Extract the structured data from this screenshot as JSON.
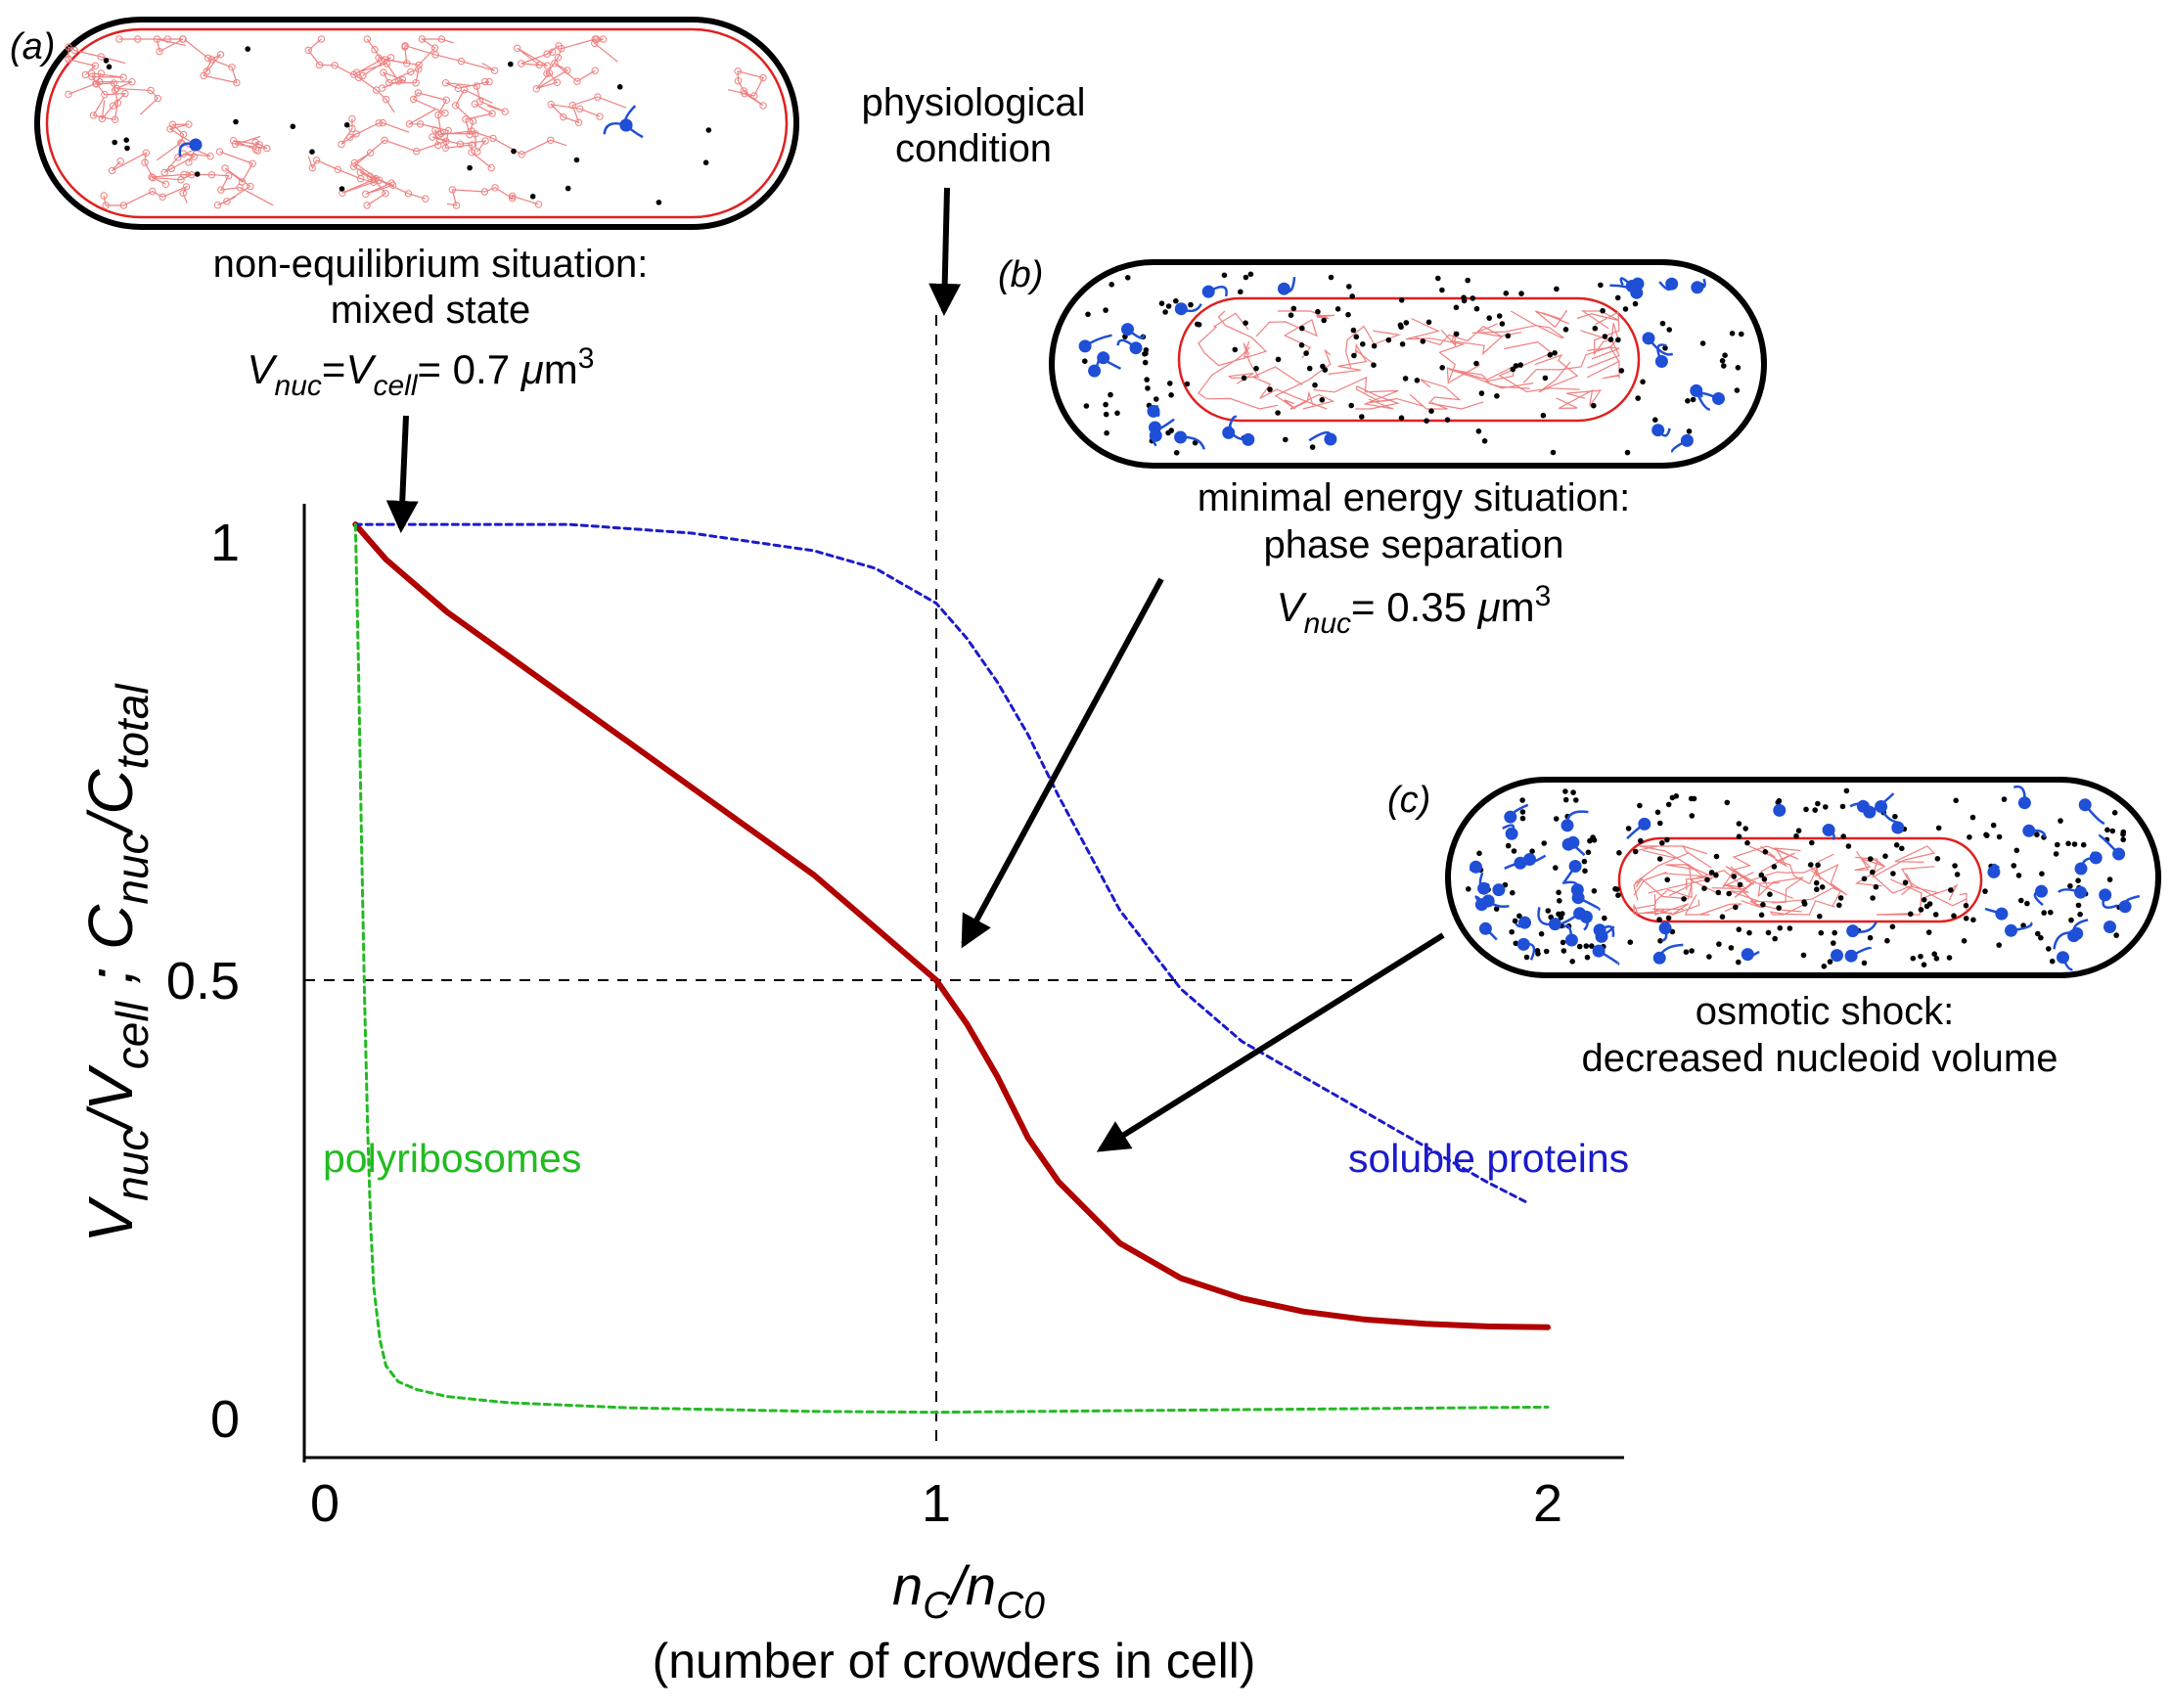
{
  "chart_data": {
    "type": "line",
    "x_label": "n",
    "x_label_sub1": "C",
    "x_label_mid": "/n",
    "x_label_sub2": "C0",
    "x_caption": "(number of crowders in cell)",
    "y_label_parts": [
      {
        "t": "V",
        "sub": false
      },
      {
        "t": "nuc",
        "sub": true
      },
      {
        "t": "/V",
        "sub": false
      },
      {
        "t": "cell",
        "sub": true
      },
      {
        "t": " ; C",
        "sub": false
      },
      {
        "t": "nuc",
        "sub": true
      },
      {
        "t": "/C",
        "sub": false
      },
      {
        "t": "total",
        "sub": true
      }
    ],
    "xlim": [
      0,
      2
    ],
    "ylim": [
      0,
      1
    ],
    "x_ticks": [
      {
        "value": 0,
        "label": "0"
      },
      {
        "value": 1,
        "label": "1"
      },
      {
        "value": 2,
        "label": "2"
      }
    ],
    "y_ticks": [
      {
        "value": 0,
        "label": "0"
      },
      {
        "value": 0.5,
        "label": "0.5"
      },
      {
        "value": 1,
        "label": "1"
      }
    ],
    "reference_lines": {
      "x": 1,
      "y": 0.5
    },
    "series": [
      {
        "key": "nucleoid",
        "color": "#b00000",
        "style": "solid",
        "x": [
          0.05,
          0.1,
          0.2,
          0.3,
          0.4,
          0.5,
          0.6,
          0.7,
          0.8,
          0.9,
          0.95,
          1.0,
          1.05,
          1.1,
          1.15,
          1.2,
          1.3,
          1.4,
          1.5,
          1.6,
          1.7,
          1.8,
          1.9,
          2.0
        ],
        "y": [
          1.02,
          0.98,
          0.92,
          0.87,
          0.82,
          0.77,
          0.72,
          0.67,
          0.62,
          0.56,
          0.53,
          0.5,
          0.45,
          0.39,
          0.32,
          0.27,
          0.2,
          0.16,
          0.137,
          0.122,
          0.113,
          0.108,
          0.105,
          0.104
        ]
      },
      {
        "key": "soluble",
        "name": "soluble proteins",
        "color": "#1a1acc",
        "style": "dotted",
        "x": [
          0.05,
          0.2,
          0.4,
          0.6,
          0.8,
          0.9,
          1.0,
          1.05,
          1.1,
          1.15,
          1.2,
          1.3,
          1.4,
          1.5,
          1.6,
          1.7,
          1.8,
          1.9,
          1.97
        ],
        "y": [
          1.02,
          1.02,
          1.02,
          1.01,
          0.99,
          0.97,
          0.93,
          0.89,
          0.84,
          0.78,
          0.71,
          0.58,
          0.49,
          0.43,
          0.39,
          0.35,
          0.31,
          0.27,
          0.245
        ]
      },
      {
        "key": "polyribosomes",
        "name": "polyribosomes",
        "color": "#22bb22",
        "style": "dotted",
        "x": [
          0.05,
          0.055,
          0.06,
          0.065,
          0.07,
          0.075,
          0.08,
          0.09,
          0.1,
          0.12,
          0.15,
          0.2,
          0.3,
          0.5,
          0.8,
          1.0,
          1.5,
          2.0
        ],
        "y": [
          1.02,
          0.86,
          0.66,
          0.48,
          0.33,
          0.22,
          0.15,
          0.09,
          0.06,
          0.042,
          0.033,
          0.025,
          0.018,
          0.012,
          0.008,
          0.007,
          0.01,
          0.013
        ]
      }
    ],
    "annotations": {
      "a": {
        "label": "(a)",
        "line1": "non-equilibrium situation:",
        "line2": "mixed state",
        "formula": [
          {
            "t": "V",
            "s": "i"
          },
          {
            "t": "nuc",
            "s": "sub"
          },
          {
            "t": "=",
            "s": "n"
          },
          {
            "t": "V",
            "s": "i"
          },
          {
            "t": "cell",
            "s": "sub"
          },
          {
            "t": "= 0.7 ",
            "s": "n"
          },
          {
            "t": "μ",
            "s": "i"
          },
          {
            "t": "m",
            "s": "n"
          },
          {
            "t": "3",
            "s": "sup"
          }
        ]
      },
      "b": {
        "label": "(b)",
        "line1": "minimal energy situation:",
        "line2": "phase separation",
        "formula": [
          {
            "t": "V",
            "s": "i"
          },
          {
            "t": "nuc",
            "s": "sub"
          },
          {
            "t": "= 0.35 ",
            "s": "n"
          },
          {
            "t": "μ",
            "s": "i"
          },
          {
            "t": "m",
            "s": "n"
          },
          {
            "t": "3",
            "s": "sup"
          }
        ]
      },
      "c": {
        "label": "(c)",
        "line1": "osmotic shock:",
        "line2": "decreased nucleoid volume"
      },
      "physio": {
        "line1": "physiological",
        "line2": "condition"
      }
    }
  }
}
